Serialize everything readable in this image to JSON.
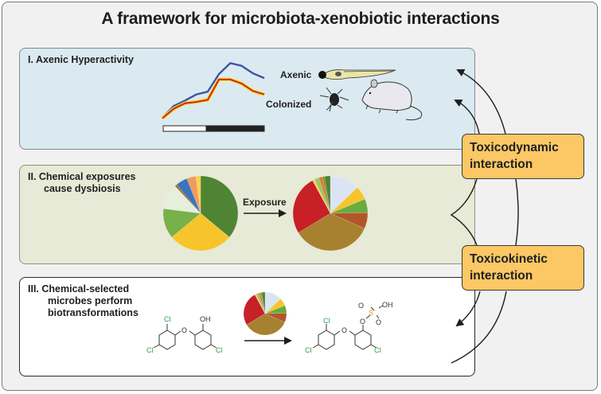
{
  "title": "A framework for microbiota-xenobiotic interactions",
  "panels": [
    {
      "id": "I",
      "title_line1": "I. Axenic Hyperactivity",
      "series_labels": {
        "axenic": "Axenic",
        "colonized": "Colonized"
      },
      "organisms": [
        "zebrafish-larva",
        "fruit-fly",
        "mouse"
      ],
      "colors": {
        "background": "#dbeaf1",
        "axenic": "#3b56a4",
        "colonized": "#d42a22",
        "colonized_halo": "#f6e529"
      }
    },
    {
      "id": "II",
      "title_line1": "II. Chemical exposures",
      "title_line2": "cause dysbiosis",
      "arrow_label": "Exposure",
      "colors": {
        "background": "#e6ead6"
      }
    },
    {
      "id": "III",
      "title_line1": "III. Chemical-selected",
      "title_line2": "microbes perform",
      "title_line3": "biotransformations",
      "substrate_labels": {
        "cl": "Cl",
        "oh": "OH",
        "o": "O"
      },
      "product_labels": {
        "cl": "Cl",
        "oh": "OH",
        "o": "O",
        "s": "S"
      },
      "colors": {
        "background": "#ffffff",
        "chlorine": "#2e9e47",
        "sulfur": "#d4a017"
      }
    }
  ],
  "interaction_boxes": [
    {
      "line1": "Toxicodynamic",
      "line2": "interaction"
    },
    {
      "line1": "Toxicokinetic",
      "line2": "interaction"
    }
  ],
  "colors": {
    "box_fill": "#fbc865",
    "frame_bg": "#f2f1f2"
  },
  "chart_data": [
    {
      "type": "line",
      "title": "I. Axenic Hyperactivity",
      "xlabel": "",
      "ylabel": "",
      "light_dark_bar": {
        "light_fraction": 0.44,
        "dark_fraction": 0.56
      },
      "x": [
        0,
        1,
        2,
        3,
        4,
        5,
        6,
        7,
        8,
        9
      ],
      "series": [
        {
          "name": "Axenic",
          "values": [
            0.5,
            2.2,
            3.0,
            3.9,
            4.3,
            6.9,
            8.5,
            8.1,
            7.0,
            6.3
          ]
        },
        {
          "name": "Colonized",
          "values": [
            0.4,
            1.8,
            2.6,
            2.8,
            3.1,
            6.1,
            6.1,
            5.5,
            4.4,
            3.9
          ]
        }
      ],
      "ylim": [
        0,
        9
      ]
    },
    {
      "type": "pie",
      "title": "Before exposure",
      "slices": [
        {
          "label": "dark green",
          "value": 36,
          "color": "#4f8435"
        },
        {
          "label": "yellow",
          "value": 28,
          "color": "#f7c52b"
        },
        {
          "label": "light green",
          "value": 13,
          "color": "#78b04a"
        },
        {
          "label": "pale",
          "value": 11,
          "color": "#e6efdc"
        },
        {
          "label": "brown",
          "value": 1,
          "color": "#a0702a"
        },
        {
          "label": "blue",
          "value": 5,
          "color": "#3a73be"
        },
        {
          "label": "orange",
          "value": 4,
          "color": "#f19a5e"
        },
        {
          "label": "gold",
          "value": 2,
          "color": "#fbd24a"
        }
      ]
    },
    {
      "type": "pie",
      "title": "After exposure",
      "slices": [
        {
          "label": "pale blue",
          "value": 13,
          "color": "#dbe4f2"
        },
        {
          "label": "yellow",
          "value": 6,
          "color": "#f7c52b"
        },
        {
          "label": "green",
          "value": 6,
          "color": "#6aaa3f"
        },
        {
          "label": "rust",
          "value": 7,
          "color": "#b25629"
        },
        {
          "label": "brown",
          "value": 35,
          "color": "#a7812f"
        },
        {
          "label": "red",
          "value": 26,
          "color": "#c72027"
        },
        {
          "label": "gold",
          "value": 1,
          "color": "#fbd24a"
        },
        {
          "label": "light green",
          "value": 2,
          "color": "#99c56b"
        },
        {
          "label": "orange",
          "value": 1.5,
          "color": "#de7b2c"
        },
        {
          "label": "olive",
          "value": 1,
          "color": "#8a8a3a"
        },
        {
          "label": "dark green",
          "value": 2.5,
          "color": "#4f8435"
        }
      ]
    }
  ]
}
